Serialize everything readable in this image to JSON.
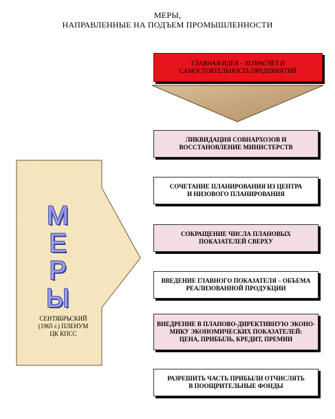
{
  "title": {
    "line1": "МЕРЫ,",
    "line2": "НАПРАВЛЕННЫЕ НА ПОДЪЕМ  ПРОМЫШЛЕННОСТИ"
  },
  "main_idea": {
    "line1": "ГЛАВНАЯ ИДЕЯ – ХОЗРАСЧЕТ  И",
    "line2": "САМОСТОЯТЕЛЬНОСТЬ  ПРЕДПРИЯТИЙ"
  },
  "left_block": {
    "letters": [
      "М",
      "Е",
      "Р",
      "Ы"
    ],
    "caption_line1": "СЕНТЯБРЬСКИЙ",
    "caption_line2": "(1965 г.) ПЛЕНУМ",
    "caption_line3": "ЦК КПСС"
  },
  "measures": [
    {
      "line1": "ЛИКВИДАЦИЯ СОВНАРХОЗОВ И",
      "line2": "ВОССТАНОВЛЕНИЕ МИНИСТЕРСТВ",
      "line3": ""
    },
    {
      "line1": "СОЧЕТАНИЕ ПЛАНИРОВАНИЯ ИЗ ЦЕНТРА",
      "line2": "И НИЗОВОГО ПЛАНИРОВАНИЯ",
      "line3": ""
    },
    {
      "line1": "СОКРАЩЕНИЕ ЧИСЛА ПЛАНОВЫХ",
      "line2": "ПОКАЗАТЕЛЕЙ СВЕРХУ",
      "line3": ""
    },
    {
      "line1": "ВВЕДЕНИЕ ГЛАВНОГО ПОКАЗАТЕЛЯ – ОБЪЕМА",
      "line2": "РЕАЛИЗОВАННОЙ ПРОДУКЦИИ",
      "line3": ""
    },
    {
      "line1": "ВНЕДРЕНИЕ В ПЛАНОВО-ДИРЕКТИВНУЮ ЭКОНО-",
      "line2": "МИКУ ЭКОНОМИЧЕСКИХ ПОКАЗАТЕЛЕЙ:",
      "line3": "ЦЕНА, ПРИБЫЛЬ, КРЕДИТ, ПРЕМИИ"
    },
    {
      "line1": "РАЗРЕШИТЬ ЧАСТЬ ПРИБЫЛИ ОТЧИСЛЯТЬ",
      "line2": "В ПООЩРИТЕЛЬНЫЕ ФОНДЫ",
      "line3": ""
    }
  ],
  "colors": {
    "main_box": "#e8141c",
    "parchment": "#f6e6bf",
    "triangle": "#c8a880",
    "pink_box": "#f3dde2",
    "letters": "#9aa0e8"
  }
}
